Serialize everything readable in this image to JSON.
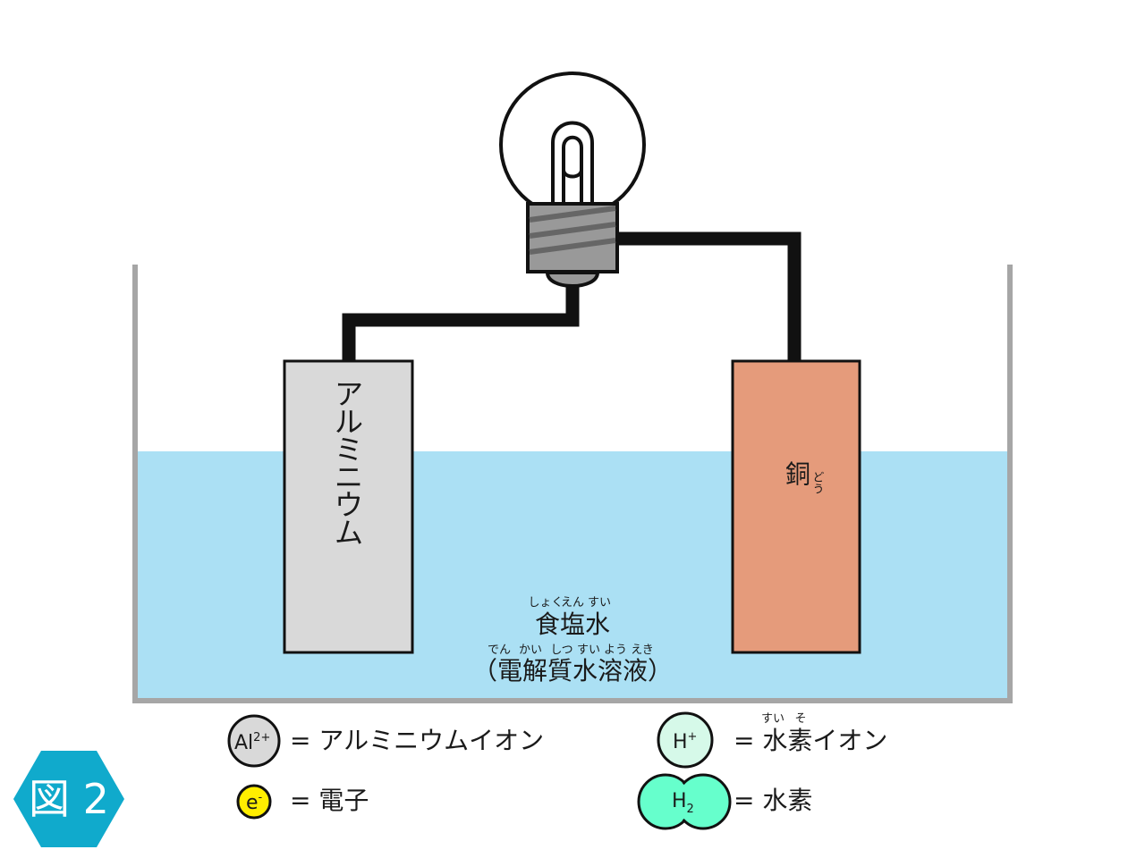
{
  "colors": {
    "water": "#abe0f4",
    "container_wall": "#a6a6a6",
    "aluminum_plate": "#d9d9d9",
    "copper_plate": "#e59b7b",
    "wire": "#111111",
    "bulb_base": "#999999",
    "aluminum_ion": "#d9d9d9",
    "electron": "#ffee00",
    "hydrogen_ion": "#d6f9e9",
    "hydrogen_molecule": "#66ffcc",
    "badge": "#10aacc"
  },
  "electrodes": {
    "aluminum": {
      "label": "アルミニウム"
    },
    "copper": {
      "label": "銅",
      "ruby": "どう"
    }
  },
  "solution": {
    "name": "食塩水",
    "name_ruby": [
      "しょく",
      "えん",
      "すい"
    ],
    "type": "（電解質水溶液）",
    "type_ruby": [
      "でん",
      "かい",
      "しつ",
      "すい",
      "よう",
      "えき"
    ]
  },
  "legend": {
    "aluminum_ion": {
      "symbol": "Al",
      "charge": "2+",
      "text": "= アルミニウムイオン"
    },
    "electron": {
      "symbol": "e",
      "charge": "-",
      "text": "= 電子"
    },
    "hydrogen_ion": {
      "symbol": "H",
      "charge": "+",
      "text": "= 水素イオン",
      "ruby": [
        "すい",
        "そ"
      ]
    },
    "hydrogen_molecule": {
      "symbol": "H",
      "subscript": "2",
      "text": "= 水素"
    }
  },
  "figure_badge": {
    "label": "図 2"
  }
}
